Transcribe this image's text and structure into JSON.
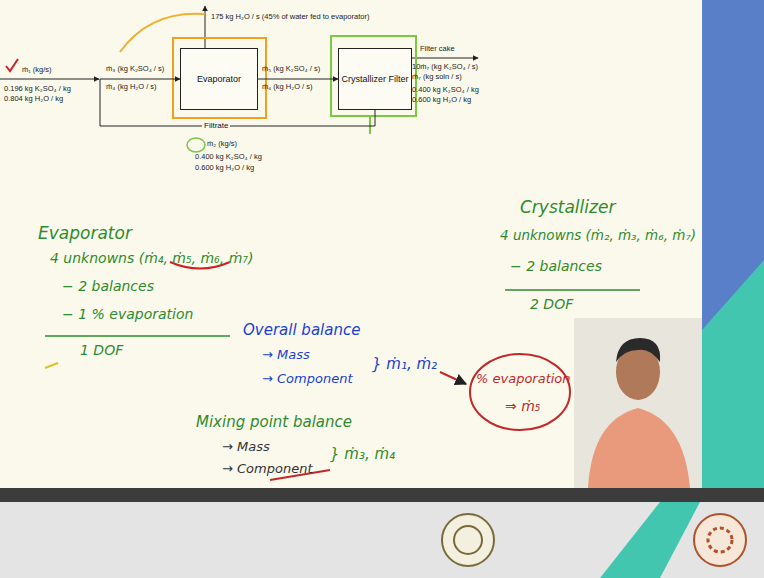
{
  "diagram": {
    "nodes": [
      {
        "text": [
          "Evaporator"
        ]
      },
      {
        "text": [
          "Crystallizer Filter"
        ]
      }
    ],
    "edges": [
      {
        "from": 0,
        "to": 1,
        "arrow": "to"
      },
      {
        "from": 1,
        "to": 0,
        "label": "Filtrate",
        "arrow": "to"
      }
    ],
    "labels": [
      "ṁ₁ (kg/s)",
      "0.196 kg K₂SO₄ / kg",
      "0.804 kg H₂O / kg",
      "ṁ₃ (kg K₂SO₄ / s)",
      "ṁ₄ (kg H₂O / s)",
      "175 kg H₂O / s (45% of water fed to evaporator)",
      "ṁ₅ (kg K₂SO₄ / s)",
      "ṁ₆ (kg H₂O / s)",
      "Filter cake",
      "10ṁ₇ (kg K₂SO₄ / s)",
      "ṁ₇ (kg soln / s)",
      "0.400 kg K₂SO₄ / kg",
      "0.600 kg H₂O / kg",
      "ṁ₂ (kg/s)",
      "0.400 kg K₂SO₄ / kg",
      "0.600 kg H₂O / kg",
      "Evaporator",
      "4 unknowns (ṁ₄, ṁ₅, ṁ₆, ṁ₇)",
      "− 2 balances",
      "− 1 % evaporation",
      "1 DOF",
      "Crystallizer",
      "4 unknowns (ṁ₂, ṁ₃, ṁ₆, ṁ₇)",
      "− 2 balances",
      "2 DOF",
      "Overall balance",
      "→ Mass",
      "→ Component",
      "} ṁ₁, ṁ₂",
      "% evaporation",
      "⇒ ṁ₅",
      "Mixing point balance",
      "→ Mass",
      "→ Component",
      "} ṁ₃, ṁ₄"
    ]
  }
}
